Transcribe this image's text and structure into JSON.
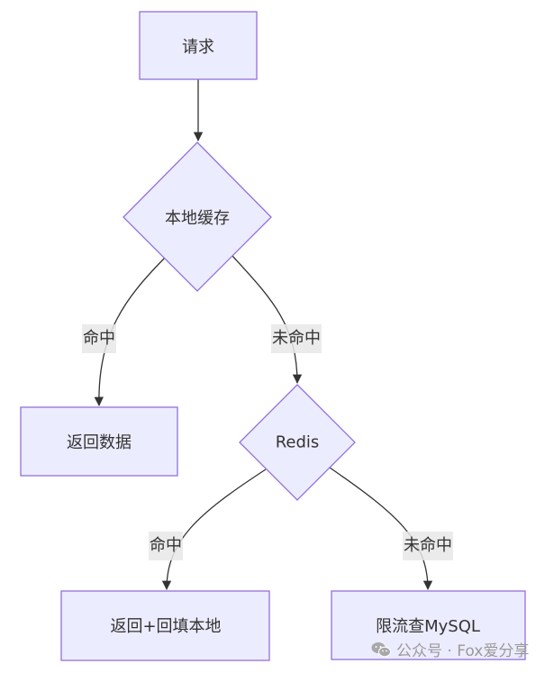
{
  "diagram": {
    "type": "flowchart",
    "direction": "top-down",
    "colors": {
      "node_fill": "#ececff",
      "node_stroke": "#9370db",
      "edge": "#333333",
      "edge_label_bg": "#e8e8e8",
      "text": "#333333"
    },
    "nodes": {
      "request": {
        "label": "请求",
        "shape": "rect"
      },
      "local_cache": {
        "label": "本地缓存",
        "shape": "diamond"
      },
      "return_data": {
        "label": "返回数据",
        "shape": "rect"
      },
      "redis": {
        "label": "Redis",
        "shape": "diamond"
      },
      "return_fill_local": {
        "label": "返回+回填本地",
        "shape": "rect"
      },
      "rate_limit_mysql": {
        "label": "限流查MySQL",
        "shape": "rect"
      }
    },
    "edges": [
      {
        "from": "request",
        "to": "local_cache",
        "label": ""
      },
      {
        "from": "local_cache",
        "to": "return_data",
        "label": "命中"
      },
      {
        "from": "local_cache",
        "to": "redis",
        "label": "未命中"
      },
      {
        "from": "redis",
        "to": "return_fill_local",
        "label": "命中"
      },
      {
        "from": "redis",
        "to": "rate_limit_mysql",
        "label": "未命中"
      }
    ]
  },
  "watermark": {
    "icon": "wechat-icon",
    "text": "公众号 · Fox爱分享"
  }
}
